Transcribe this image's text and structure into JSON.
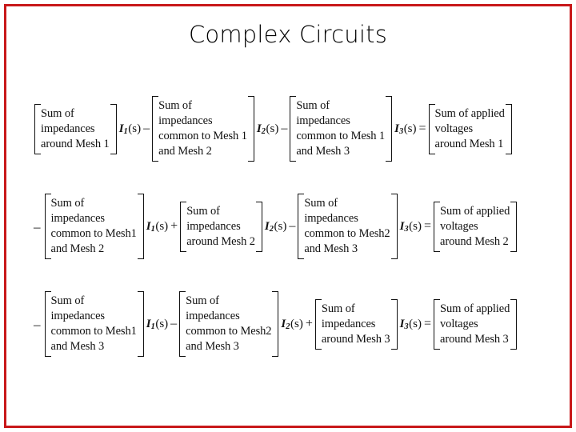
{
  "slide": {
    "title": "Complex Circuits",
    "frame_color": "#C8181A",
    "background_color": "#FFFFFF",
    "text_color": "#111111"
  },
  "equations": [
    {
      "id": "mesh-1-equation",
      "lead_sign": "",
      "terms": [
        {
          "bracket_lines": [
            "Sum of",
            "impedances",
            "around Mesh 1"
          ],
          "current": {
            "symbol": "I",
            "subscript": "1",
            "arg": "(s)"
          },
          "operator": "–"
        },
        {
          "bracket_lines": [
            "Sum of",
            "impedances",
            "common to Mesh 1",
            "and Mesh 2"
          ],
          "current": {
            "symbol": "I",
            "subscript": "2",
            "arg": "(s)"
          },
          "operator": "–"
        },
        {
          "bracket_lines": [
            "Sum of",
            "impedances",
            "common to Mesh 1",
            "and Mesh 3"
          ],
          "current": {
            "symbol": "I",
            "subscript": "3",
            "arg": "(s)"
          },
          "operator": "="
        },
        {
          "bracket_lines": [
            "Sum of applied",
            "voltages",
            "around Mesh 1"
          ],
          "current": null,
          "operator": ""
        }
      ]
    },
    {
      "id": "mesh-2-equation",
      "lead_sign": "–",
      "terms": [
        {
          "bracket_lines": [
            "Sum of",
            "impedances",
            "common to Mesh1",
            "and Mesh 2"
          ],
          "current": {
            "symbol": "I",
            "subscript": "1",
            "arg": "(s)"
          },
          "operator": "+"
        },
        {
          "bracket_lines": [
            "Sum of",
            "impedances",
            "around Mesh 2"
          ],
          "current": {
            "symbol": "I",
            "subscript": "2",
            "arg": "(s)"
          },
          "operator": "–"
        },
        {
          "bracket_lines": [
            "Sum of",
            "impedances",
            "common to Mesh2",
            "and Mesh 3"
          ],
          "current": {
            "symbol": "I",
            "subscript": "3",
            "arg": "(s)"
          },
          "operator": "="
        },
        {
          "bracket_lines": [
            "Sum of applied",
            "voltages",
            "around Mesh 2"
          ],
          "current": null,
          "operator": ""
        }
      ]
    },
    {
      "id": "mesh-3-equation",
      "lead_sign": "–",
      "terms": [
        {
          "bracket_lines": [
            "Sum of",
            "impedances",
            "common to Mesh1",
            "and Mesh 3"
          ],
          "current": {
            "symbol": "I",
            "subscript": "1",
            "arg": "(s)"
          },
          "operator": "–"
        },
        {
          "bracket_lines": [
            "Sum of",
            "impedances",
            "common to Mesh2",
            "and Mesh 3"
          ],
          "current": {
            "symbol": "I",
            "subscript": "2",
            "arg": "(s)"
          },
          "operator": "+"
        },
        {
          "bracket_lines": [
            "Sum of",
            "impedances",
            "around Mesh 3"
          ],
          "current": {
            "symbol": "I",
            "subscript": "3",
            "arg": "(s)"
          },
          "operator": "="
        },
        {
          "bracket_lines": [
            "Sum of applied",
            "voltages",
            "around Mesh 3"
          ],
          "current": null,
          "operator": ""
        }
      ]
    }
  ]
}
